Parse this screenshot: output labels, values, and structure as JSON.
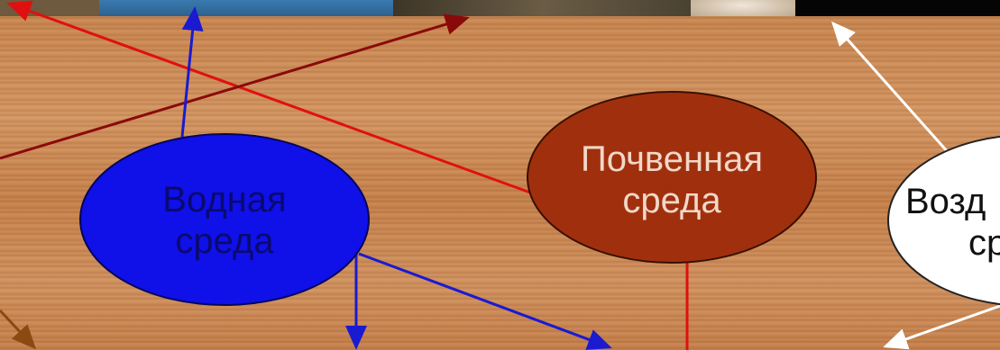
{
  "nodes": {
    "water": {
      "line1": "Водная",
      "line2": "среда",
      "fill": "#1010e8",
      "text_color": "#0a0a70"
    },
    "soil": {
      "line1": "Почвенная",
      "line2": "среда",
      "fill": "#a0300d",
      "text_color": "#f2d7c8"
    },
    "air": {
      "line1": "Возд",
      "line2": "ср",
      "fill": "#ffffff",
      "text_color": "#111111"
    }
  },
  "colors": {
    "wood": "#c98a55",
    "arrow_red": "#e01010",
    "arrow_darkred": "#8a0a0a",
    "arrow_blue": "#1a1ad0",
    "arrow_white": "#ffffff",
    "arrow_brown": "#8a4a10"
  },
  "top_images": [
    {
      "name": "photo-rock",
      "color": "#6e5a3e"
    },
    {
      "name": "photo-water",
      "color": "#2f6fa0"
    },
    {
      "name": "photo-landscape",
      "color": "#5a5040"
    },
    {
      "name": "photo-animal",
      "color": "#d8c8b0"
    },
    {
      "name": "photo-dark",
      "color": "#050505"
    }
  ]
}
